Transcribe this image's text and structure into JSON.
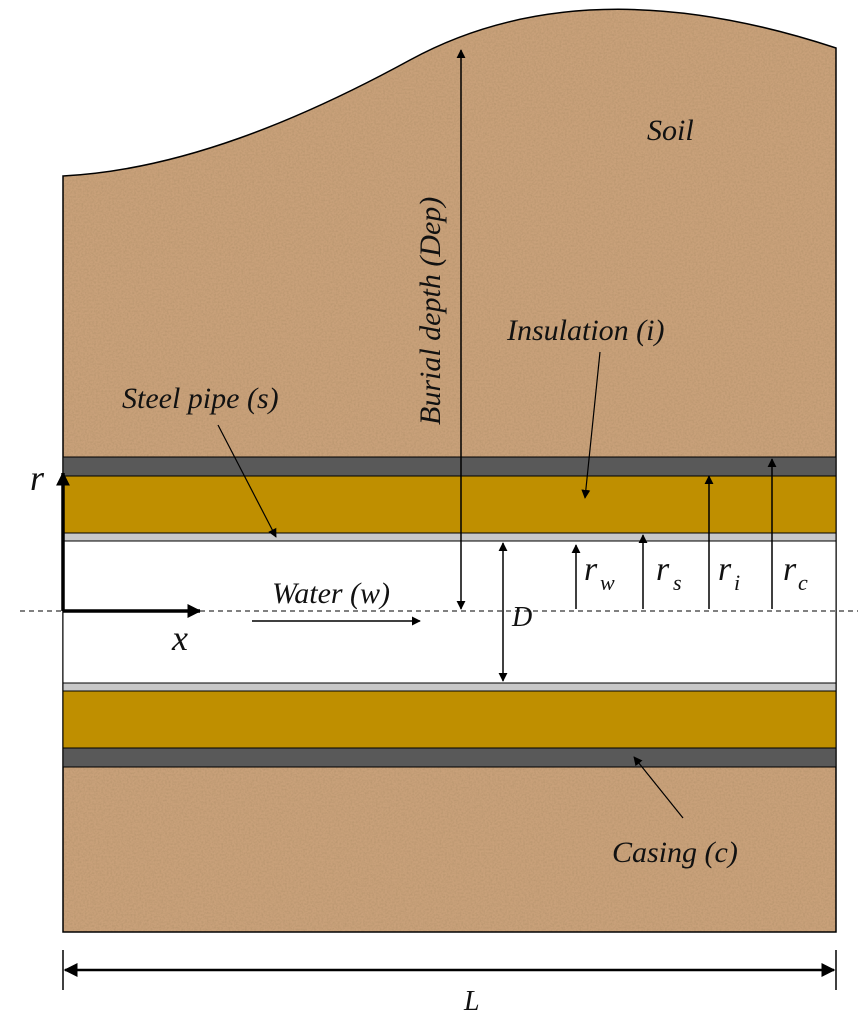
{
  "labels": {
    "soil": "Soil",
    "burial_depth": "Burial depth (Dep)",
    "insulation": "Insulation (i)",
    "steel_pipe": "Steel pipe (s)",
    "water": "Water (w)",
    "casing": "Casing (c)",
    "axis_r": "r",
    "axis_x": "x",
    "diameter": "D",
    "length": "L",
    "r_main": "r",
    "sub_w": "w",
    "sub_s": "s",
    "sub_i": "i",
    "sub_c": "c"
  },
  "colors": {
    "soil": "#c9a17a",
    "soil_speckle_dark": "#a97e55",
    "soil_speckle_light": "#e3c7a6",
    "casing": "#595959",
    "insulation": "#bf8f00",
    "steel": "#c8c8c8",
    "water": "#ffffff",
    "line": "#000000"
  }
}
